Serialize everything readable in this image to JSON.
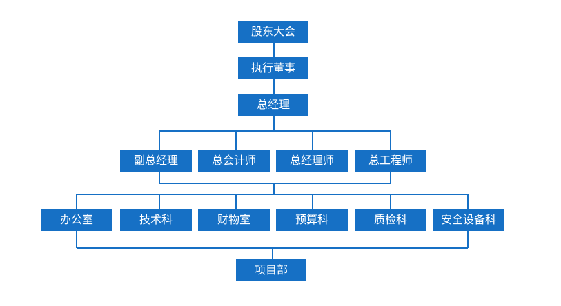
{
  "colors": {
    "node_fill": "#1670c5",
    "node_text": "#ffffff",
    "connector": "#1670c5",
    "background": "#ffffff"
  },
  "nodes": {
    "gudong": "股东大会",
    "dongshi": "执行董事",
    "zongjl": "总经理",
    "fuzong": "副总经理",
    "kuaiji": "总会计师",
    "jingli": "总经理师",
    "gongcheng": "总工程师",
    "bangong": "办公室",
    "jishu": "技术科",
    "caiwu": "财物室",
    "yusuan": "预算科",
    "zhijian": "质检科",
    "anquan": "安全设备科",
    "xiangmu": "项目部"
  },
  "edges": [
    [
      "gudong",
      "dongshi"
    ],
    [
      "dongshi",
      "zongjl"
    ],
    [
      "zongjl",
      "fuzong"
    ],
    [
      "zongjl",
      "kuaiji"
    ],
    [
      "zongjl",
      "jingli"
    ],
    [
      "zongjl",
      "gongcheng"
    ],
    [
      "fuzong",
      "bangong"
    ],
    [
      "fuzong",
      "jishu"
    ],
    [
      "fuzong",
      "caiwu"
    ],
    [
      "fuzong",
      "yusuan"
    ],
    [
      "fuzong",
      "zhijian"
    ],
    [
      "fuzong",
      "anquan"
    ],
    [
      "bangong",
      "xiangmu"
    ],
    [
      "anquan",
      "xiangmu"
    ]
  ]
}
